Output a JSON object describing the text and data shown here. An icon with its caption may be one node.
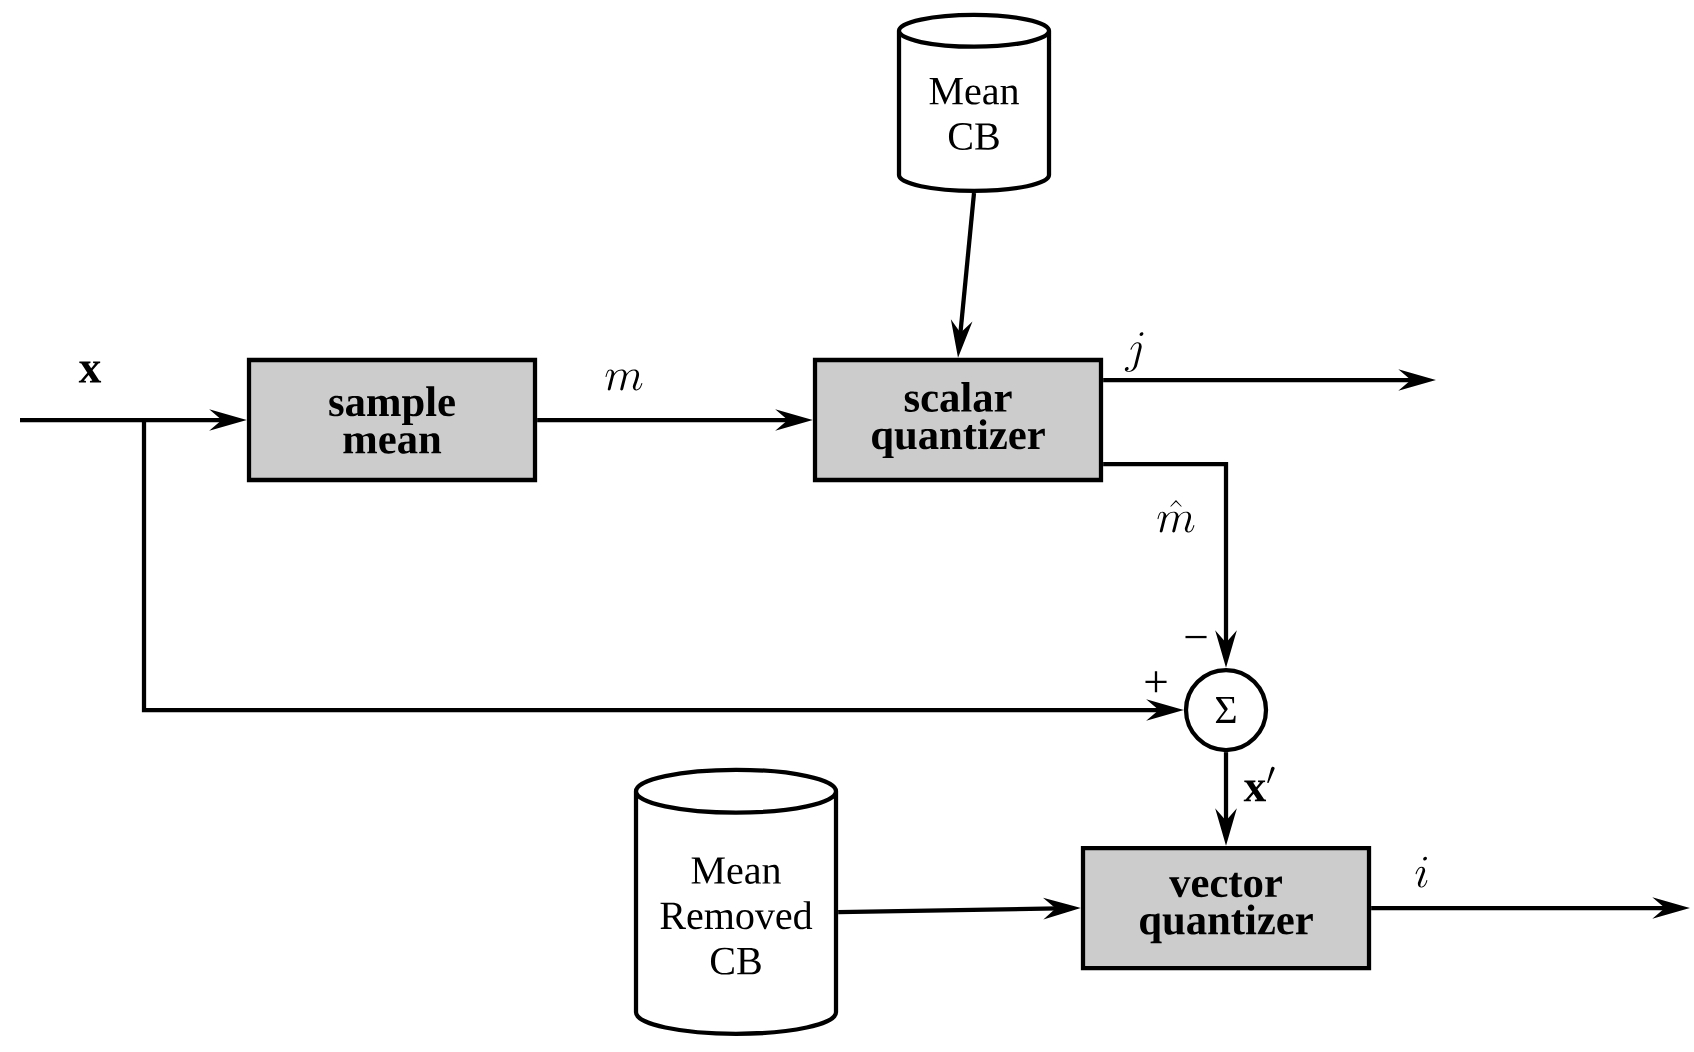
{
  "diagram": {
    "nodes": [
      {
        "text": [
          "Mean CB"
        ]
      },
      {
        "text": [
          "sample mean"
        ]
      },
      {
        "text": [
          "scalar quantizer"
        ]
      },
      {
        "text": [
          "Σ"
        ]
      },
      {
        "text": [
          "Mean Removed CB"
        ]
      },
      {
        "text": [
          "vector quantizer"
        ]
      }
    ],
    "edges": [
      {
        "from": null,
        "to": 1,
        "arrow": "to",
        "label": "\\mathbf{x}"
      },
      {
        "from": null,
        "to": 3,
        "arrow": "to"
      },
      {
        "from": 1,
        "to": 2,
        "arrow": "to",
        "label": "m"
      },
      {
        "from": 0,
        "to": 2,
        "arrow": "to"
      },
      {
        "from": 2,
        "to": null,
        "arrow": "to",
        "label": "j"
      },
      {
        "from": 2,
        "to": 3,
        "arrow": "to",
        "label": "\\hat{m}"
      },
      {
        "from": 3,
        "to": 5,
        "arrow": "to",
        "label": "\\mathbf{x}'"
      },
      {
        "from": 4,
        "to": 5,
        "arrow": "to"
      },
      {
        "from": 5,
        "to": null,
        "arrow": "to",
        "label": "i"
      }
    ],
    "labels": [
      "−",
      "+"
    ]
  }
}
